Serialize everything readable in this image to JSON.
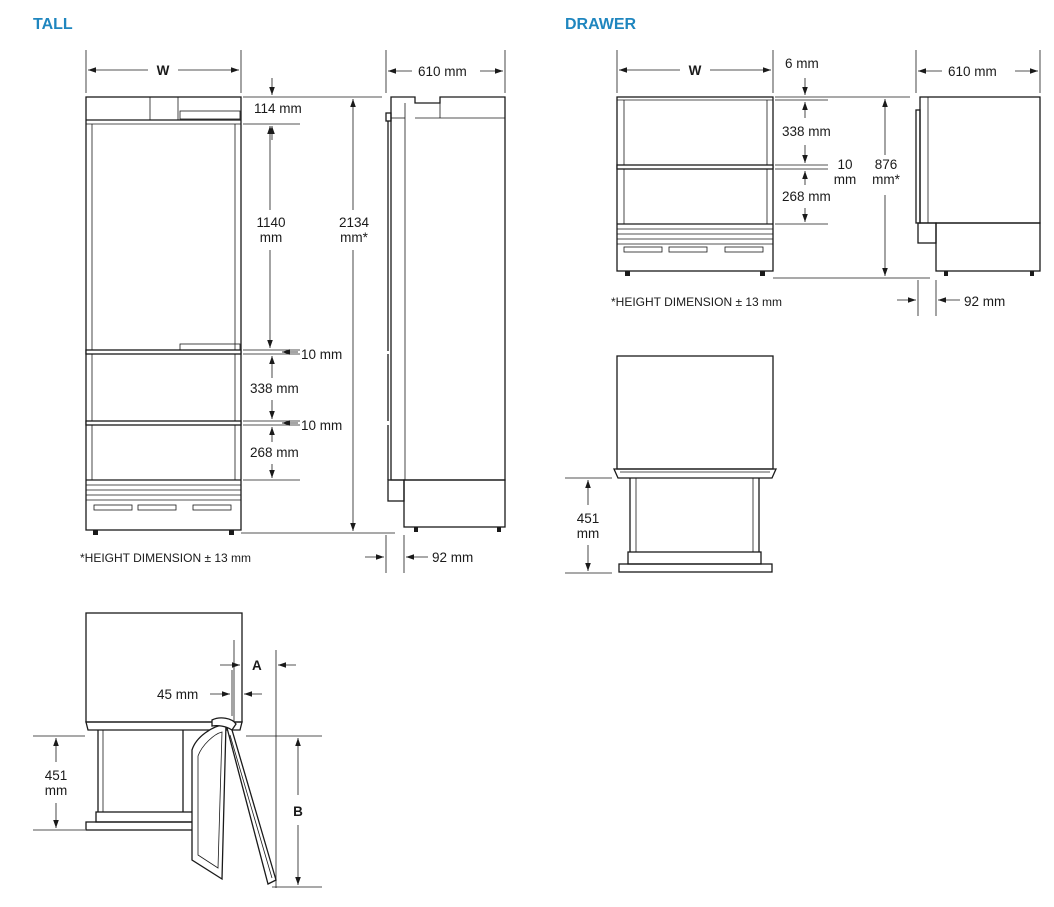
{
  "tall": {
    "title": "TALL",
    "width_label": "W",
    "depth": "610 mm",
    "top_section": "114 mm",
    "door_upper_val": "1140",
    "door_upper_unit": "mm",
    "total_height_val": "2134",
    "total_height_unit": "mm*",
    "gap_1": "10 mm",
    "drawer_upper": "338 mm",
    "gap_2": "10 mm",
    "drawer_lower": "268 mm",
    "note": "*HEIGHT DIMENSION ± 13 mm",
    "toe_depth": "92 mm"
  },
  "drawer": {
    "title": "DRAWER",
    "width_label": "W",
    "depth": "610 mm",
    "top_gap": "6 mm",
    "drawer_upper": "338 mm",
    "gap_val": "10",
    "gap_unit": "mm",
    "drawer_lower": "268 mm",
    "total_height_val": "876",
    "total_height_unit": "mm*",
    "note": "*HEIGHT DIMENSION ± 13 mm",
    "toe_depth": "92 mm",
    "open_val": "451",
    "open_unit": "mm"
  },
  "clearance": {
    "label_a": "A",
    "offset": "45 mm",
    "open_val": "451",
    "open_unit": "mm",
    "label_b": "B"
  },
  "colors": {
    "title": "#1f86bf",
    "line": "#1a1a1a"
  }
}
